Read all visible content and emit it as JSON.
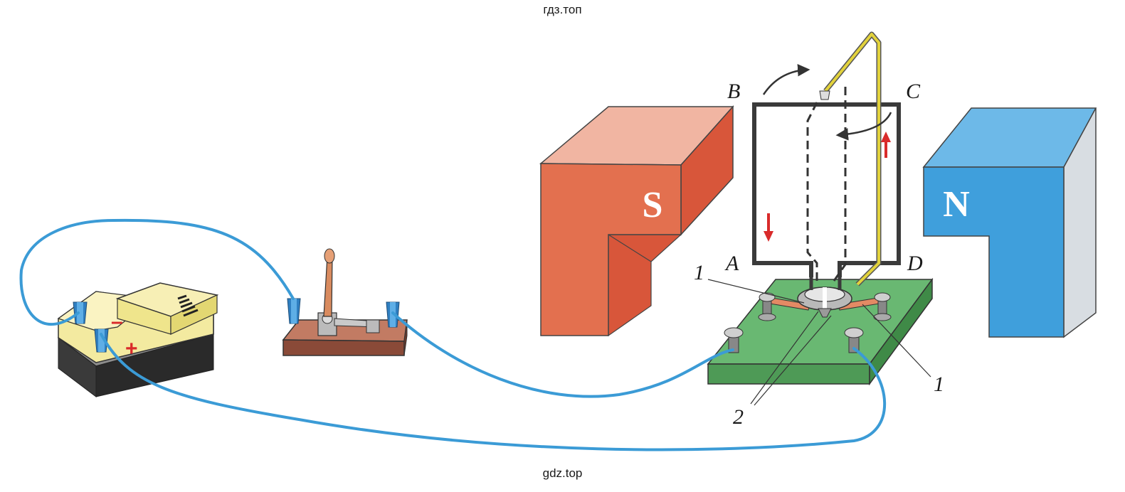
{
  "watermarks": {
    "top": "гдз.топ",
    "bottom": "gdz.top"
  },
  "frame_labels": {
    "a": "A",
    "b": "B",
    "c": "C",
    "d": "D"
  },
  "magnet_labels": {
    "south": "S",
    "north": "N"
  },
  "part_labels": {
    "brush_left": "1",
    "brush_right": "1",
    "half_rings": "2"
  },
  "battery_terminals": {
    "minus": "–",
    "plus": "+"
  },
  "colors": {
    "wire": "#3b9bd6",
    "south_magnet": "#e3704f",
    "north_magnet": "#3f9fdc",
    "base_board": "#5bab63",
    "frame": "#3a3a3a",
    "axle_wire": "#e2d23c",
    "battery_body": "#efe58c",
    "switch_base": "#a8614a",
    "current_arrow": "#d92b2b"
  }
}
